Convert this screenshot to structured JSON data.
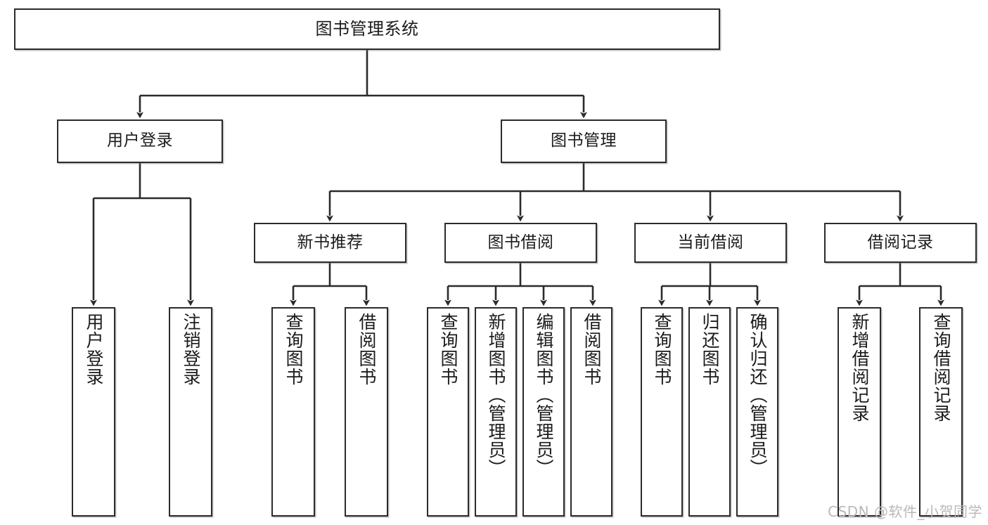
{
  "diagram": {
    "title": "图书管理系统",
    "type": "function-structure-tree",
    "watermark": "CSDN @软件_小贺同学",
    "colors": {
      "stroke": "#2b2b2b",
      "fill": "#ffffff",
      "text": "#1b1b1b",
      "watermark": "#b9b9b9"
    },
    "levels": {
      "root": {
        "label": "图书管理系统"
      },
      "level2": [
        {
          "label": "用户登录"
        },
        {
          "label": "图书管理"
        }
      ],
      "level3": [
        {
          "label": "新书推荐"
        },
        {
          "label": "图书借阅"
        },
        {
          "label": "当前借阅"
        },
        {
          "label": "借阅记录"
        }
      ],
      "leaves": {
        "user_login": [
          {
            "label": "用户登录"
          },
          {
            "label": "注销登录"
          }
        ],
        "new_book_recommend": [
          {
            "label": "查询图书"
          },
          {
            "label": "借阅图书"
          }
        ],
        "book_borrow": [
          {
            "label": "查询图书"
          },
          {
            "label": "新增图书（管理员）"
          },
          {
            "label": "编辑图书（管理员）"
          },
          {
            "label": "借阅图书"
          }
        ],
        "current_borrow": [
          {
            "label": "查询图书"
          },
          {
            "label": "归还图书"
          },
          {
            "label": "确认归还（管理员）"
          }
        ],
        "borrow_record": [
          {
            "label": "新增借阅记录"
          },
          {
            "label": "查询借阅记录"
          }
        ]
      }
    }
  }
}
